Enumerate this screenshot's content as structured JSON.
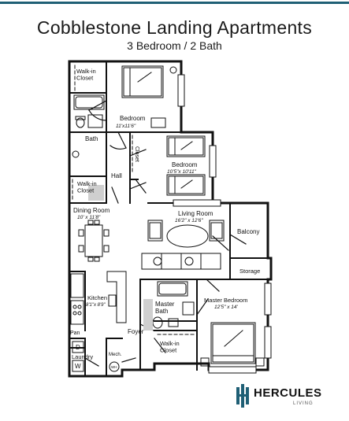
{
  "header": {
    "title": "Cobblestone Landing Apartments",
    "subtitle": "3 Bedroom / 2 Bath"
  },
  "rooms": {
    "walkin_top": {
      "name": "Walk-in\nCloset"
    },
    "bedroom1": {
      "name": "Bedroom",
      "dims": "11'x11'6\""
    },
    "bath": {
      "name": "Bath"
    },
    "closet": {
      "name": "Closet"
    },
    "bedroom2": {
      "name": "Bedroom",
      "dims": "10'5\"x 10'11\""
    },
    "hall": {
      "name": "Hall"
    },
    "walkin_left": {
      "name": "Walk-in\nCloset"
    },
    "dining": {
      "name": "Dining Room",
      "dims": "10' x 11'8\""
    },
    "living": {
      "name": "Living Room",
      "dims": "16'2\" x 12'6\""
    },
    "balcony": {
      "name": "Balcony"
    },
    "storage": {
      "name": "Storage"
    },
    "kitchen": {
      "name": "Kitchen",
      "dims": "8'1\"x 8'9\""
    },
    "master_bath": {
      "name": "Master\nBath"
    },
    "master_bed": {
      "name": "Master Bedroom",
      "dims": "12'5\" x 14'"
    },
    "foyer": {
      "name": "Foyer"
    },
    "walkin_master": {
      "name": "Walk-in\nCloset"
    },
    "pan": {
      "name": "Pan"
    },
    "laundry": {
      "name": "Laundry"
    },
    "mech": {
      "name": "Mech."
    },
    "d": {
      "name": "D"
    },
    "w": {
      "name": "W"
    },
    "wh": {
      "name": "WH"
    }
  },
  "logo": {
    "word": "HERCULES",
    "sub": "LIVING"
  },
  "colors": {
    "accent": "#1f5f75",
    "wall": "#111111",
    "shade": "#cfcfcf"
  }
}
